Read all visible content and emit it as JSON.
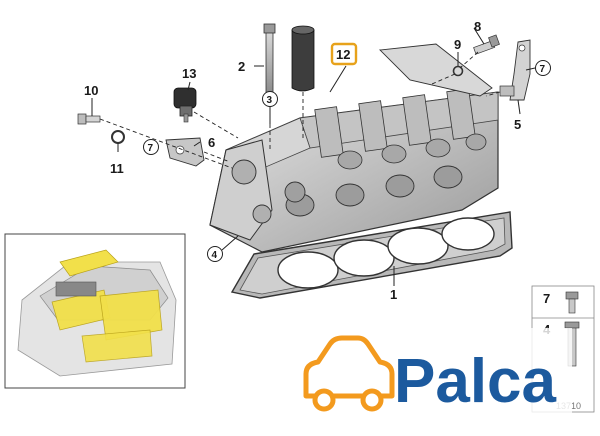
{
  "callouts": {
    "c1": "1",
    "c2": "2",
    "c3": "3",
    "c4": "4",
    "c5": "5",
    "c6": "6",
    "c7a": "7",
    "c7b": "7",
    "c8": "8",
    "c9": "9",
    "c10": "10",
    "c11": "11",
    "c12": "12",
    "c13": "13"
  },
  "legend": {
    "row1": "7",
    "row2": "4"
  },
  "diagram_code": "13710",
  "logo": {
    "text": "Palca",
    "orange": "#f39a1e",
    "blue": "#1c5a9e"
  },
  "colors": {
    "highlight_yellow": "#f2e04a",
    "highlight_box": "#e7a21b",
    "line": "#222222"
  }
}
